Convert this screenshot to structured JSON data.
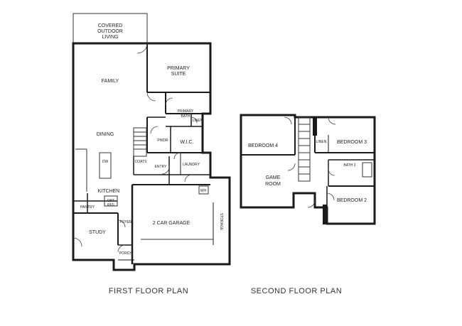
{
  "first_floor": {
    "caption": "FIRST FLOOR PLAN",
    "rooms": {
      "covered_outdoor_line1": "COVERED",
      "covered_outdoor_line2": "OUTDOOR",
      "covered_outdoor_line3": "LIVING",
      "family": "FAMILY",
      "primary_suite_line1": "PRIMARY",
      "primary_suite_line2": "SUITE",
      "primary_bath_line1": "PRIMARY",
      "primary_bath_line2": "BATH",
      "linen": "LINEN",
      "dining": "DINING",
      "pwdr": "PWDR",
      "wic": "W.I.C.",
      "dw": "DW",
      "coats": "COATS",
      "entry": "ENTRY",
      "laundry": "LAUNDRY",
      "kitchen": "KITCHEN",
      "pantry": "PANTRY",
      "refrigerator_line1": "OPT",
      "refrigerator_line2": "REF",
      "wh": "WH",
      "study": "STUDY",
      "foyer": "FOYER",
      "garage": "2 CAR GARAGE",
      "storage": "STORAGE",
      "porch": "PORCH"
    }
  },
  "second_floor": {
    "caption": "SECOND FLOOR PLAN",
    "rooms": {
      "bedroom4": "BEDROOM 4",
      "linen": "LINEN",
      "bedroom3": "BEDROOM 3",
      "game_line1": "GAME",
      "game_line2": "ROOM",
      "bath2": "BATH 2",
      "bedroom2": "BEDROOM 2"
    }
  }
}
